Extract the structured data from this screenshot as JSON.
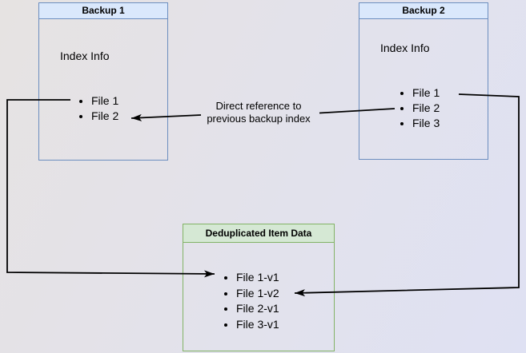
{
  "diagram": {
    "backup1": {
      "title": "Backup 1",
      "section_label": "Index Info",
      "items": [
        "File 1",
        "File 2"
      ]
    },
    "backup2": {
      "title": "Backup 2",
      "section_label": "Index Info",
      "items": [
        "File 1",
        "File 2",
        "File 3"
      ]
    },
    "dedup": {
      "title": "Deduplicated Item Data",
      "items": [
        "File 1-v1",
        "File 1-v2",
        "File 2-v1",
        "File 3-v1"
      ]
    },
    "annotation": {
      "line1": "Direct reference to",
      "line2": "previous backup index"
    }
  },
  "colors": {
    "blue_header_fill": "#dae8fc",
    "blue_border": "#6c8ebf",
    "green_header_fill": "#d5e8d4",
    "green_border": "#82b366",
    "arrow": "#000000",
    "text": "#000000"
  }
}
